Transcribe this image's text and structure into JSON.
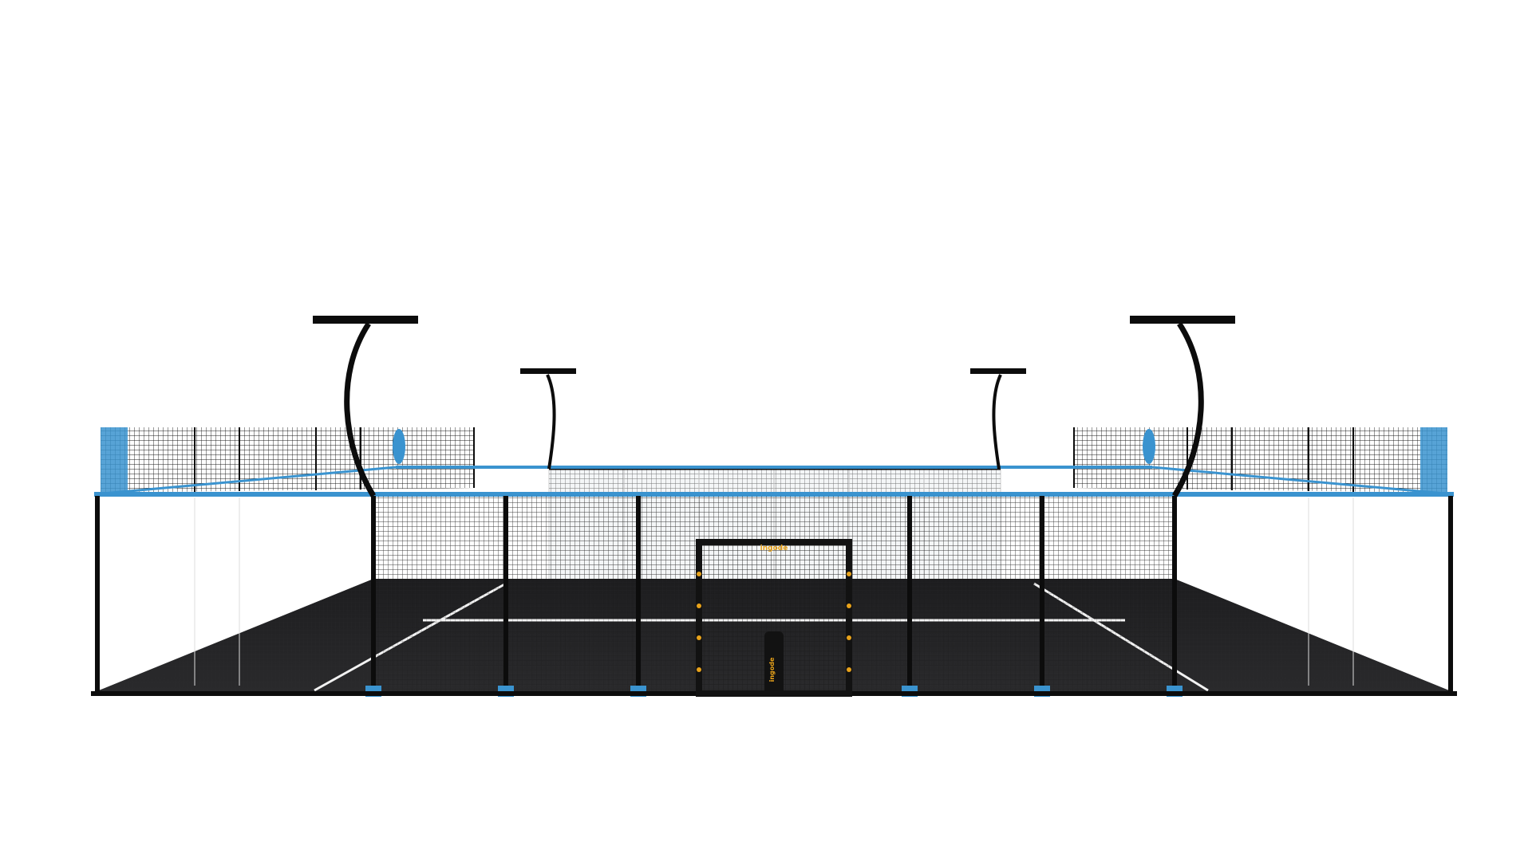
{
  "scene": {
    "subject": "padel-court-render",
    "background_color": "#ffffff"
  },
  "court": {
    "surface_color": "#242426",
    "line_color": "#f2f2f2",
    "frame_color": "#0c0c0c",
    "accent_color": "#3a93cf",
    "mesh_color": "#1a1a1a",
    "glass_color": "#f4f6f7"
  },
  "net": {
    "post_color": "#121212",
    "logo_color": "#e8a21a"
  },
  "branding": {
    "post_logo_text": "ingode",
    "net_logo_text": "ingode"
  }
}
